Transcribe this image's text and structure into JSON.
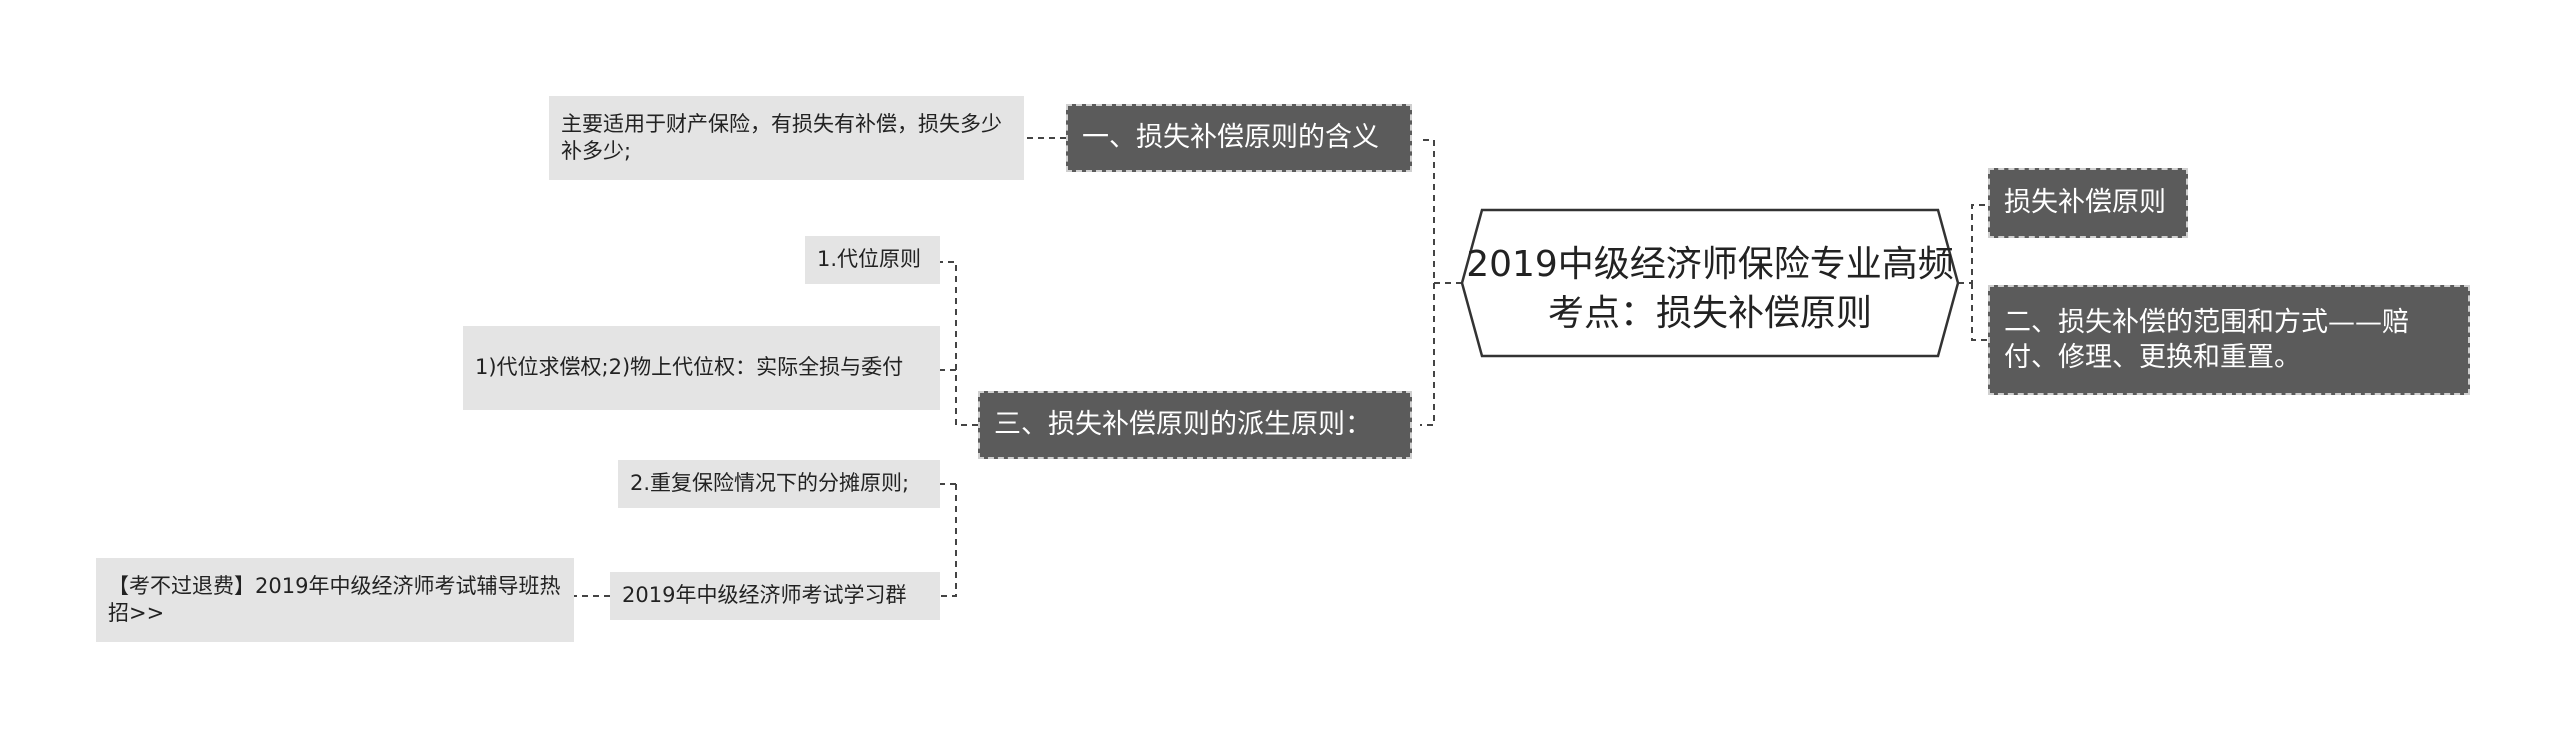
{
  "root": {
    "title": "2019中级经济师保险专业高频考点：损失补偿原则"
  },
  "branches": {
    "meaning": {
      "label": "一、损失补偿原则的含义",
      "detail": "主要适用于财产保险，有损失有补偿，损失多少补多少;"
    },
    "derived": {
      "label": "三、损失补偿原则的派生原则：",
      "items": [
        "1.代位原则",
        "1)代位求偿权;2)物上代位权：实际全损与委付",
        "2.重复保险情况下的分摊原则;",
        "2019年中级经济师考试学习群"
      ],
      "promo": "【考不过退费】2019年中级经济师考试辅导班热招>>"
    },
    "principle": {
      "label": "损失补偿原则"
    },
    "scope": {
      "label": "二、损失补偿的范围和方式——赔付、修理、更换和重置。"
    }
  },
  "colors": {
    "dark_node": "#5b5b5b",
    "light_node": "#e4e4e4",
    "connector": "#444444"
  }
}
